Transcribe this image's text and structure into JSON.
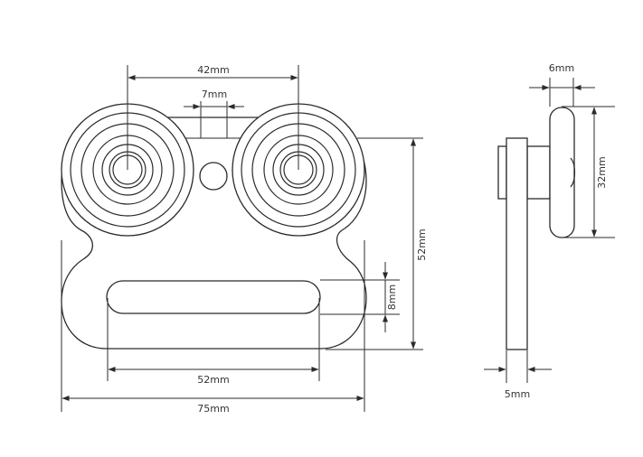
{
  "front_view": {
    "dimensions": {
      "wheel_spacing": "42mm",
      "center_hole": "7mm",
      "total_height": "52mm",
      "slot_height": "8mm",
      "slot_length": "52mm",
      "total_width": "75mm"
    }
  },
  "side_view": {
    "dimensions": {
      "wheel_width": "6mm",
      "wheel_diameter": "32mm",
      "plate_thickness": "5mm"
    }
  },
  "colors": {
    "line": "#2b2b2b",
    "text": "#333333",
    "background": "#ffffff"
  }
}
